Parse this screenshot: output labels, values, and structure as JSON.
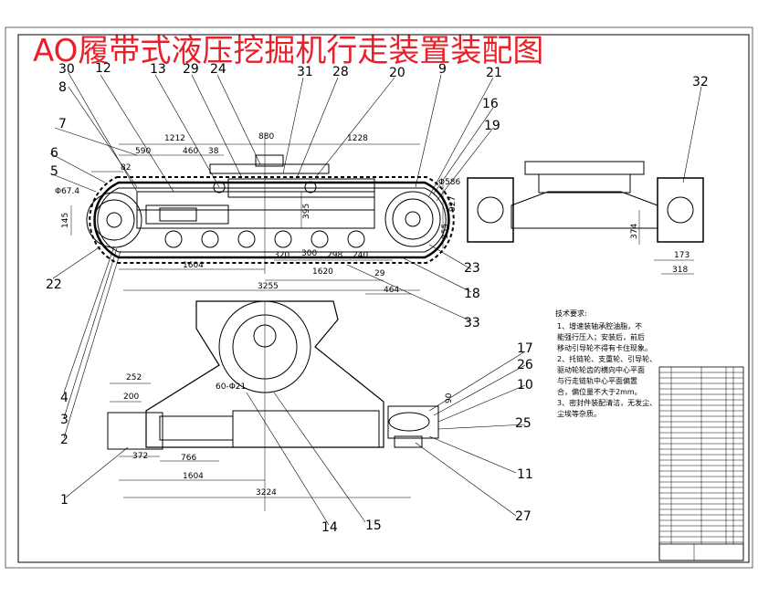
{
  "title": "AO履带式液压挖掘机行走装置装配图",
  "dimensions": [
    "1212",
    "880",
    "1228",
    "590",
    "460",
    "38",
    "82",
    "Φ67.4",
    "145",
    "395",
    "927",
    "355",
    "Φ586",
    "320",
    "300",
    "298",
    "240",
    "1604",
    "1620",
    "29",
    "464",
    "3255",
    "173",
    "318",
    "374",
    "252",
    "200",
    "372",
    "766",
    "1604",
    "3224",
    "60-Φ21",
    "90"
  ],
  "part_labels": [
    "30",
    "12",
    "13",
    "29",
    "24",
    "31",
    "28",
    "20",
    "9",
    "21",
    "8",
    "7",
    "6",
    "5",
    "16",
    "19",
    "32",
    "22",
    "23",
    "18",
    "33",
    "4",
    "3",
    "2",
    "17",
    "26",
    "10",
    "25",
    "11",
    "1",
    "14",
    "15",
    "27"
  ],
  "notes": {
    "heading": "技术要求:",
    "lines": [
      "1、增速装轴承腔油脂，不",
      "能强行压入；安装后，前后",
      "移动引导轮不得有卡住现象。",
      "2、托链轮、支重轮、引导轮、",
      "驱动轮轮齿的横向中心平面",
      "与行走链轨中心平面偏置",
      "合，偏位量不大于2mm。",
      "3、密封件装配清洁，无发尘、",
      "尘埃等杂质。"
    ]
  },
  "colors": {
    "title": "#e8202a",
    "line": "#000000",
    "background": "#ffffff"
  }
}
